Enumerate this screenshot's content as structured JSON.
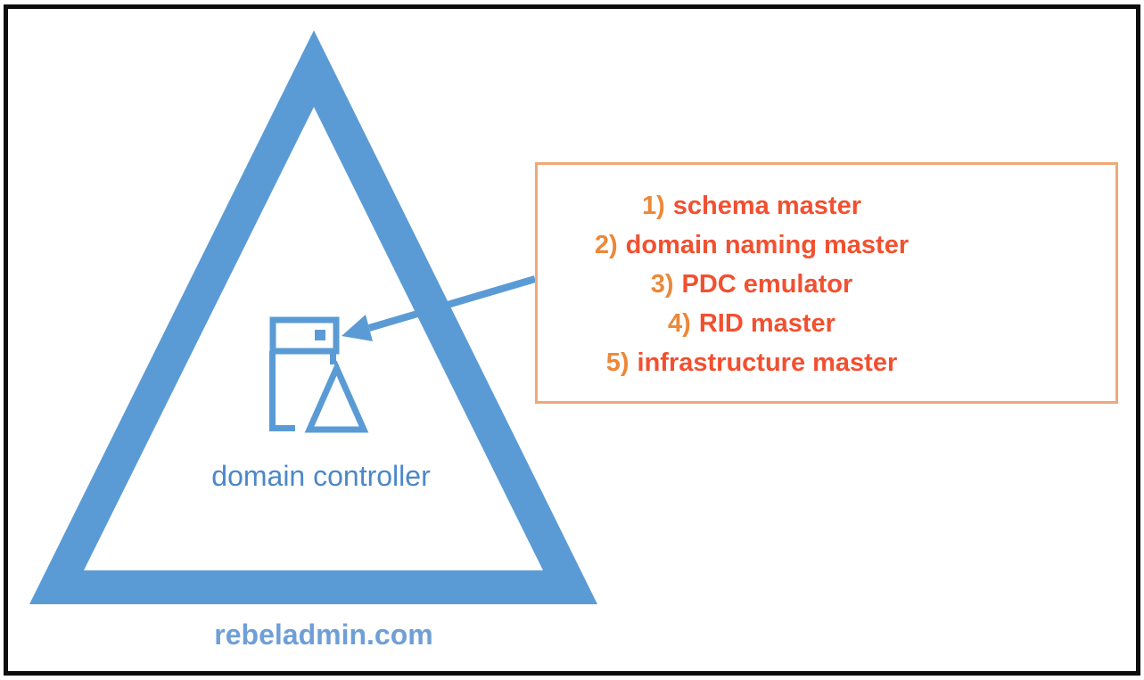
{
  "diagram": {
    "server_label": "domain controller",
    "triangle_label": "rebeladmin.com",
    "fsmo_roles": [
      {
        "num": "1)",
        "label": "schema master"
      },
      {
        "num": "2)",
        "label": "domain naming master"
      },
      {
        "num": "3)",
        "label": "PDC emulator"
      },
      {
        "num": "4)",
        "label": "RID master"
      },
      {
        "num": "5)",
        "label": "infrastructure master"
      }
    ],
    "colors": {
      "blue": "#5B9BD5",
      "label_blue": "#4C88C8",
      "domain_blue": "#6F9FD6",
      "role_number": "#EC8838",
      "role_text": "#F25030",
      "box_border": "#EFA878",
      "frame": "#0D0D0D"
    }
  }
}
